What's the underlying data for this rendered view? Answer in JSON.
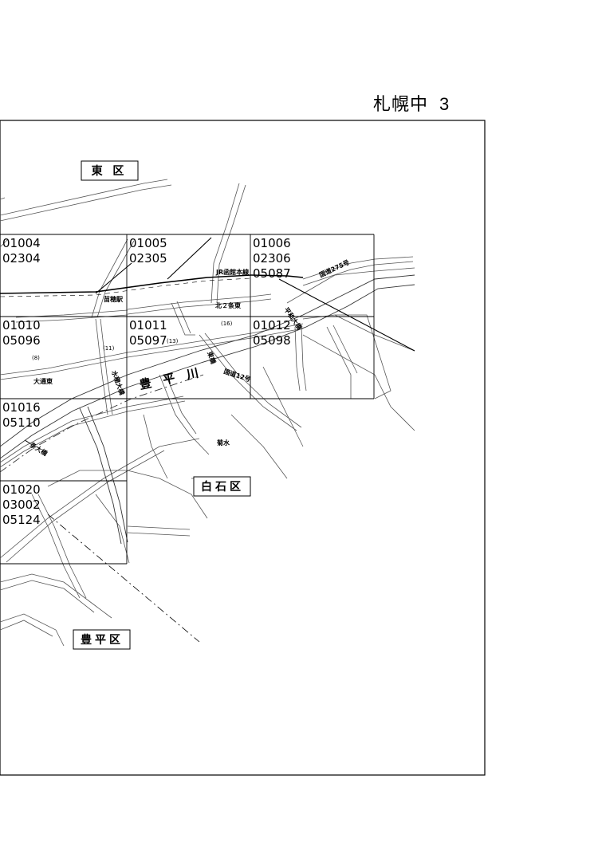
{
  "header": {
    "title": "札幌中",
    "sheet_number": "3"
  },
  "wards": {
    "higashi": "東 区",
    "shiroishi": "白石区",
    "toyohira": "豊平区"
  },
  "grid_cells": [
    {
      "codes": [
        "01004",
        "02304"
      ]
    },
    {
      "codes": [
        "01005",
        "02305"
      ]
    },
    {
      "codes": [
        "01006",
        "02306",
        "05087"
      ]
    },
    {
      "codes": [
        "01010",
        "05096"
      ]
    },
    {
      "codes": [
        "01011",
        "05097"
      ]
    },
    {
      "codes": [
        "01012",
        "05098"
      ]
    },
    {
      "codes": [
        "01016",
        "05110"
      ]
    },
    {
      "codes": [
        "01020",
        "03002",
        "05124"
      ]
    }
  ],
  "place_labels": {
    "station": "苗穂駅",
    "rail_line": "JR函館本線",
    "kita2jo": "北２条東",
    "odori": "大通東",
    "river": "豊 平 川",
    "route275": "国道275号",
    "route12": "国道12号",
    "kikusui": "菊水",
    "hiragishi_bridge": "平和大橋",
    "mizuho_bridge": "水穂大橋",
    "higashi_bridge": "東橋",
    "ichijo_bridge": "一条大橋"
  },
  "area_numbers": {
    "n8": "(8)",
    "n11": "(11)",
    "n13": "(13)",
    "n16": "(16)"
  }
}
